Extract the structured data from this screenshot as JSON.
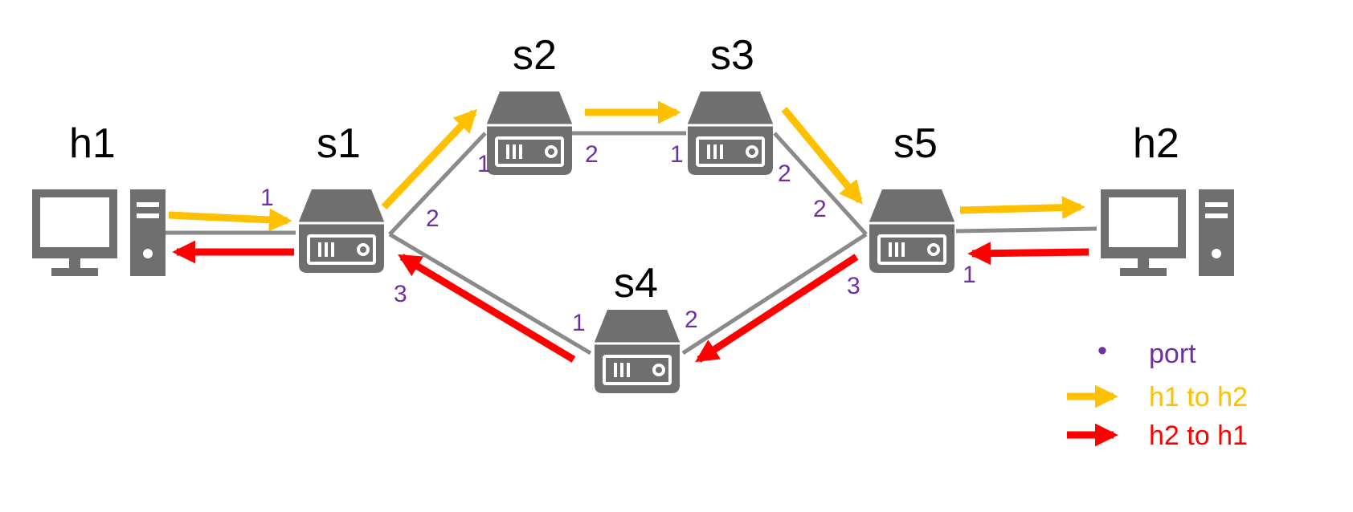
{
  "colors": {
    "link": "#8a8a8a",
    "device": "#6f6f6f",
    "port": "#7030a0",
    "h1_to_h2": "#ffc000",
    "h2_to_h1": "#ff0000"
  },
  "nodes": {
    "h1": "h1",
    "h2": "h2",
    "s1": "s1",
    "s2": "s2",
    "s3": "s3",
    "s4": "s4",
    "s5": "s5"
  },
  "ports": {
    "s1_p1": "1",
    "s1_p2": "2",
    "s1_p3": "3",
    "s2_p1": "1",
    "s2_p2": "2",
    "s3_p1": "1",
    "s3_p2": "2",
    "s4_p1": "1",
    "s4_p2": "2",
    "s5_p1": "1",
    "s5_p2": "2",
    "s5_p3": "3"
  },
  "legend": {
    "port_marker": "•",
    "port": "port",
    "h1_to_h2": "h1 to h2",
    "h2_to_h1": "h2 to h1"
  }
}
